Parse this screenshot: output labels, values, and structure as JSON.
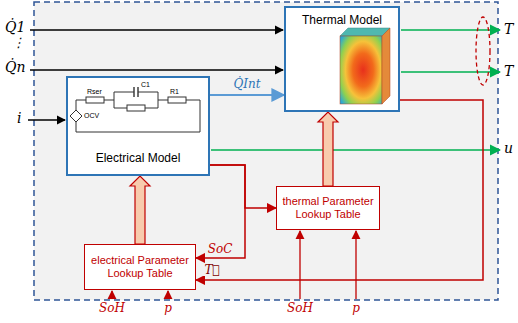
{
  "diagram": {
    "nodes": [
      {
        "text": [
          "Thermal Model"
        ]
      },
      {
        "text": [
          "Electrical Model"
        ]
      },
      {
        "text": [
          "thermal Parameter Lookup Table"
        ]
      },
      {
        "text": [
          "electrical Parameter Lookup Table"
        ]
      }
    ],
    "edges": [
      {
        "from": 1,
        "to": 0,
        "arrow": "to",
        "label": "Q̇Int"
      },
      {
        "from": 3,
        "to": 1,
        "arrow": "to"
      },
      {
        "from": 2,
        "to": 0,
        "arrow": "to"
      },
      {
        "from": 1,
        "to": 2,
        "arrow": "to"
      },
      {
        "from": 1,
        "to": 3,
        "arrow": "to",
        "label": "SoC"
      },
      {
        "from": 0,
        "to": 3,
        "arrow": "to",
        "label": "T⃗"
      }
    ],
    "labels": [
      "Q̇1",
      "⋮",
      "Q̇n",
      "i",
      "T",
      "T",
      "u",
      "Rser",
      "C1",
      "R1",
      "OCV",
      "SoH",
      "p",
      "SoH",
      "p"
    ]
  }
}
